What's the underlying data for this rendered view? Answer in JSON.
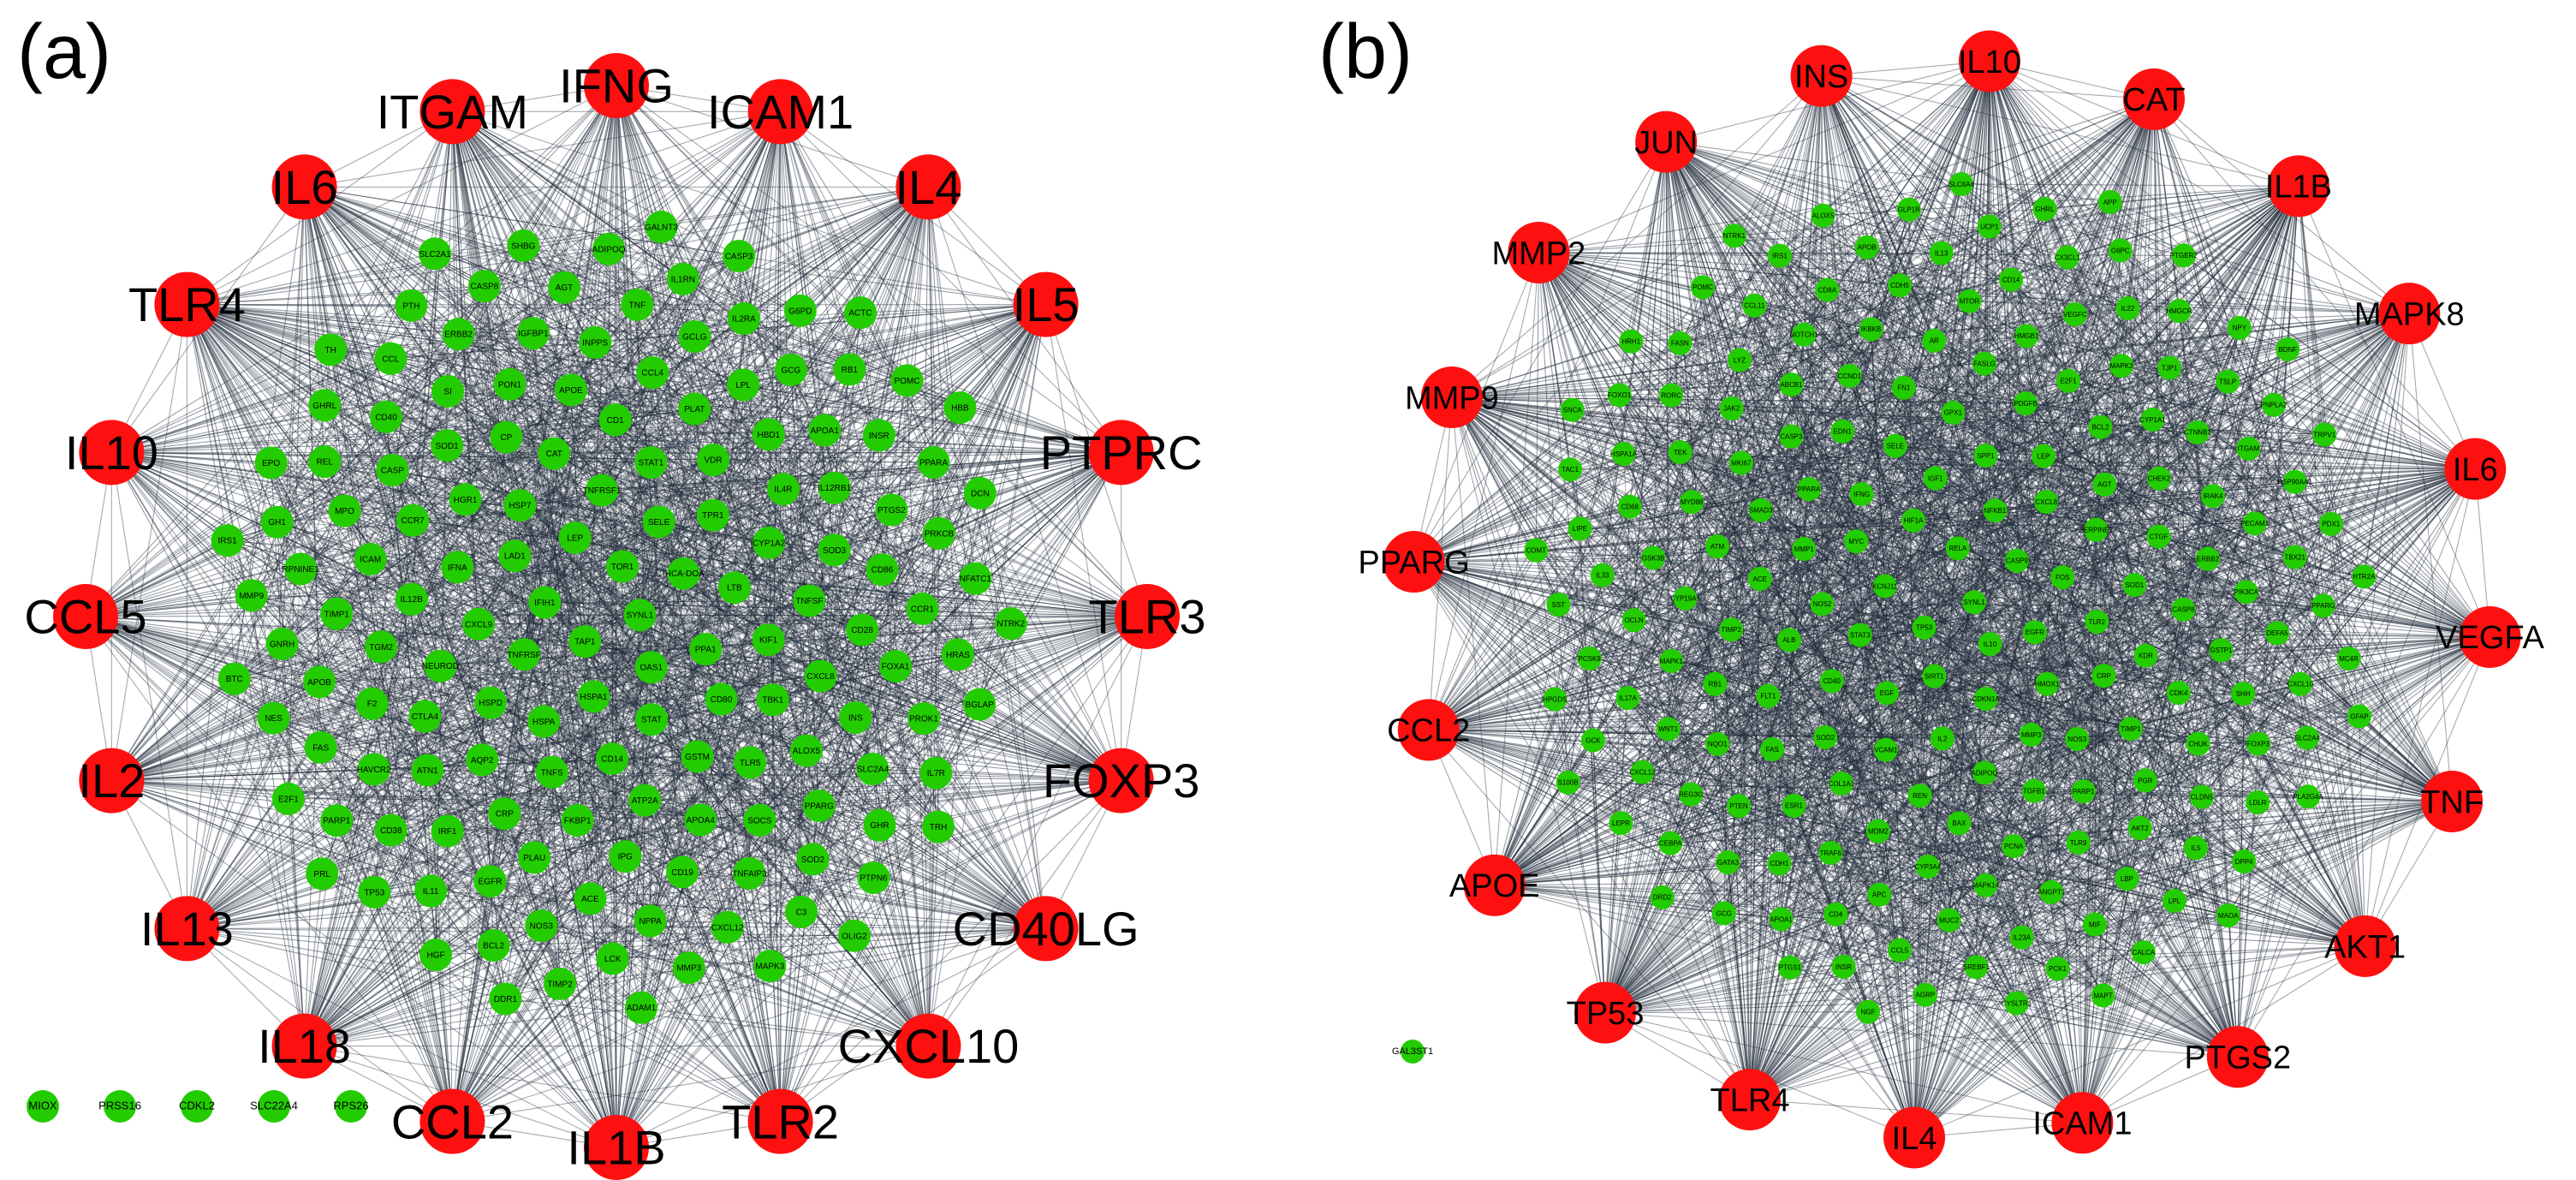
{
  "colors": {
    "hub": "#ff1010",
    "gene": "#22cc00",
    "edge": "#1f2a3a",
    "text": "#000000"
  },
  "panels": [
    {
      "id": "a",
      "label": "(a)",
      "hubs": [
        "ITGAM",
        "IFNG",
        "ICAM1",
        "IL4",
        "IL5",
        "PTPRC",
        "TLR3",
        "FOXP3",
        "CD40LG",
        "CXCL10",
        "TLR2",
        "IL1B",
        "CCL2",
        "IL18",
        "IL13",
        "IL2",
        "CCL5",
        "IL10",
        "TLR4",
        "IL6"
      ],
      "genes": [
        "SYNL1",
        "TAP1",
        "TOR1",
        "OAS1",
        "IFIH1",
        "IHCA-DOA",
        "HSPA1",
        "LEP",
        "PPA1",
        "TNFRSF",
        "SELE",
        "STAT",
        "LAD1",
        "LTB",
        "HSPA",
        "TNFRSF1",
        "CD80",
        "CXCL9",
        "TPR1",
        "CD14",
        "HSP7",
        "KIF1",
        "HSPD",
        "STAT1",
        "GSTM",
        "IFNA",
        "CYP1A2",
        "TNFS",
        "CAT",
        "TBK1",
        "NEUROD",
        "VDR",
        "ATP2A",
        "HGR1",
        "TNFSF",
        "AQP2",
        "CD1",
        "TLR5",
        "IL12B",
        "IL4R",
        "FKBP1",
        "CP",
        "CXCL8",
        "CTLA4",
        "PLAT",
        "APOA4",
        "CCR7",
        "SOD3",
        "CRP",
        "APOE",
        "ALOX5",
        "TGM2",
        "HBD1",
        "IPG",
        "SOD1",
        "CD28",
        "ATN1",
        "CCL4",
        "SOCS",
        "ICAM",
        "IL12RB1",
        "PLAU",
        "PON1",
        "INS",
        "F2",
        "LPL",
        "CD19",
        "CASP",
        "CD86",
        "IRF1",
        "INPPS",
        "PPARG",
        "TIMP1",
        "APOA1",
        "ACE",
        "SI",
        "FOXA1",
        "HAVCR2",
        "GCLG",
        "TNFAIP3",
        "MPO",
        "PTGS2",
        "EGFR",
        "IGFBP1",
        "SLC2A4",
        "APOB",
        "GCG",
        "NPPA",
        "CD40",
        "CCR1",
        "CD38",
        "TNF",
        "SOD2",
        "RPNINE1",
        "INSR",
        "NOS3",
        "ERBB2",
        "PROK1",
        "FAS",
        "IL2RA",
        "CXCL12",
        "REL",
        "PRKCB",
        "IL11",
        "AGT",
        "GHR",
        "GNRH",
        "RB1",
        "LCK",
        "CCL",
        "HRAS",
        "PARP1",
        "IL1RN",
        "C3",
        "GH1",
        "PPARA",
        "BCL2",
        "CASP8",
        "IL7R",
        "NES",
        "G6PD",
        "MMP3",
        "GHRL",
        "NFATC1",
        "TP53",
        "ADIPOQ",
        "PTPN6",
        "MMP9",
        "POMC",
        "TIMP2",
        "PTH",
        "BGLAP",
        "E2F1",
        "CASP3",
        "MAPK3",
        "EPO",
        "DCN",
        "HGF",
        "SHBG",
        "TRH",
        "BTC",
        "ACTC",
        "ADAM1",
        "TH",
        "NTRK2",
        "PRL",
        "GALNT3",
        "OLIG2",
        "IRS1",
        "HBB",
        "DDR1",
        "SLC2A1"
      ],
      "isolated": [
        "MIOX",
        "PRSS16",
        "CDKL2",
        "SLC22A4",
        "RPS26"
      ]
    },
    {
      "id": "b",
      "label": "(b)",
      "hubs": [
        "INS",
        "IL10",
        "CAT",
        "IL1B",
        "MAPK8",
        "IL6",
        "VEGFA",
        "TNF",
        "AKT1",
        "PTGS2",
        "ICAM1",
        "IL4",
        "TLR4",
        "TP53",
        "APOE",
        "CCL2",
        "PPARG",
        "MMP9",
        "MMP2",
        "JUN"
      ],
      "genes": [
        "SYNL1",
        "TP53",
        "RELA",
        "IL10",
        "KCNJ11",
        "CASP9",
        "SIRT1",
        "HIF1A",
        "EGFR",
        "STAT3",
        "NFKB1",
        "CDKN1A",
        "MYC",
        "FOS",
        "EGF",
        "IGF1",
        "HMOX1",
        "NOS2",
        "CXCL8",
        "IL2",
        "IFNG",
        "TLR2",
        "CD40",
        "SPP1",
        "MMP3",
        "MMP1",
        "SERPINE1",
        "VCAM1",
        "SELE",
        "CRP",
        "ALB",
        "LEP",
        "ADIPOQ",
        "PPARA",
        "SOD1",
        "SOD2",
        "GPX1",
        "NOS3",
        "ACE",
        "AGT",
        "REN",
        "EDN1",
        "KDR",
        "FLT1",
        "PDGFB",
        "TGFB1",
        "SMAD3",
        "CTGF",
        "COL1A1",
        "FN1",
        "TIMP1",
        "TIMP2",
        "BCL2",
        "BAX",
        "CASP3",
        "CASP8",
        "FAS",
        "FASLG",
        "PARP1",
        "ATM",
        "CHEK2",
        "MDM2",
        "CCND1",
        "CDK4",
        "RB1",
        "E2F1",
        "PCNA",
        "MKI67",
        "ERBB2",
        "ESR1",
        "AR",
        "PGR",
        "CYP19A1",
        "CYP1A1",
        "CYP3A4",
        "ABCB1",
        "GSTP1",
        "NQO1",
        "HMGB1",
        "TLR9",
        "MYD88",
        "IRAK4",
        "TRAF6",
        "IKBKB",
        "CHUK",
        "MAPK1",
        "MAPK3",
        "MAPK14",
        "JAK2",
        "PIK3CA",
        "PTEN",
        "MTOR",
        "AKT2",
        "GSK3B",
        "CTNNB1",
        "APC",
        "NOTCH1",
        "SHH",
        "WNT1",
        "VEGFC",
        "ANGPT1",
        "TEK",
        "PECAM1",
        "CDH1",
        "CDH5",
        "CLDN5",
        "OCLN",
        "TJP1",
        "MUC2",
        "LYZ",
        "DEFA5",
        "REG3G",
        "CD14",
        "LBP",
        "CD68",
        "ITGAM",
        "CD4",
        "CD8A",
        "FOXP3",
        "IL17A",
        "IL22",
        "IL23A",
        "RORC",
        "TBX21",
        "GATA3",
        "IL13",
        "IL5",
        "IL33",
        "TSLP",
        "CCL5",
        "CCL11",
        "CXCL10",
        "CXCL12",
        "CX3CL1",
        "MIF",
        "HSPA1A",
        "HSP90AA1",
        "APOA1",
        "APOB",
        "LDLR",
        "PCSK9",
        "HMGCR",
        "SREBF1",
        "FASN",
        "PPARG",
        "CEBPA",
        "UCP1",
        "LPL",
        "LIPE",
        "PNPLA2",
        "INSR",
        "IRS1",
        "SLC2A4",
        "GCK",
        "G6PC",
        "PCK1",
        "FOXO1",
        "PDX1",
        "GCG",
        "GLP1R",
        "DPP4",
        "SST",
        "NPY",
        "AGRP",
        "POMC",
        "MC4R",
        "LEPR",
        "GHRL",
        "CALCA",
        "TAC1",
        "TRPV1",
        "PTGS1",
        "ALOX5",
        "PLA2G4A",
        "HPGDS",
        "PTGER2",
        "CYSLTR1",
        "HRH1",
        "HTR2A",
        "DRD2",
        "SLC6A4",
        "MAOA",
        "COMT",
        "BDNF",
        "NGF",
        "NTRK1",
        "GFAP",
        "S100B",
        "APP",
        "MAPT",
        "SNCA",
        "GAL3ST1"
      ],
      "isolated": [
        "GAL3ST1"
      ]
    }
  ]
}
